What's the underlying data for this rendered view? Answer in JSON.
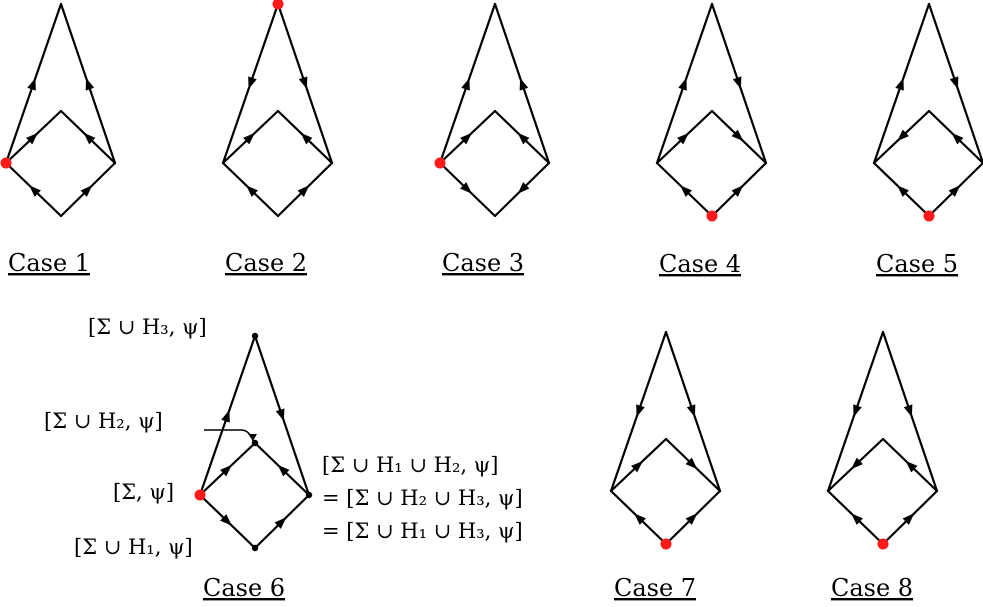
{
  "colors": {
    "stroke": "#000000",
    "highlight": "#ff1a1a"
  },
  "cases": [
    {
      "caption": "Case 1",
      "arrows": [
        "up",
        "up",
        "up",
        "up",
        "up",
        "up"
      ],
      "red": "left"
    },
    {
      "caption": "Case 2",
      "arrows": [
        "down",
        "down",
        "up",
        "up",
        "up",
        "up"
      ],
      "red": "top"
    },
    {
      "caption": "Case 3",
      "arrows": [
        "up",
        "up",
        "up",
        "up",
        "down",
        "down"
      ],
      "red": "left"
    },
    {
      "caption": "Case 4",
      "arrows": [
        "up",
        "down",
        "up",
        "down",
        "up",
        "up"
      ],
      "red": "bottom"
    },
    {
      "caption": "Case 5",
      "arrows": [
        "up",
        "down",
        "down",
        "up",
        "up",
        "up"
      ],
      "red": "bottom"
    },
    {
      "caption": "Case 6",
      "arrows": [
        "up",
        "down",
        "up",
        "up",
        "down",
        "up"
      ],
      "red": "left",
      "small_dots": true
    },
    {
      "caption": "Case 7",
      "arrows": [
        "down",
        "down",
        "up",
        "down",
        "up",
        "up"
      ],
      "red": "bottom"
    },
    {
      "caption": "Case 8",
      "arrows": [
        "down",
        "down",
        "down",
        "up",
        "up",
        "up"
      ],
      "red": "bottom"
    }
  ],
  "case6_labels": {
    "top": "[Σ ∪ H₃, ψ]",
    "inner_top": "[Σ ∪ H₂, ψ]",
    "left": "[Σ, ψ]",
    "bottom": "[Σ ∪ H₁, ψ]",
    "right_1": "[Σ ∪ H₁ ∪ H₂, ψ]",
    "right_2": "= [Σ ∪ H₂ ∪ H₃, ψ]",
    "right_3": "= [Σ ∪ H₁ ∪ H₃, ψ]"
  }
}
